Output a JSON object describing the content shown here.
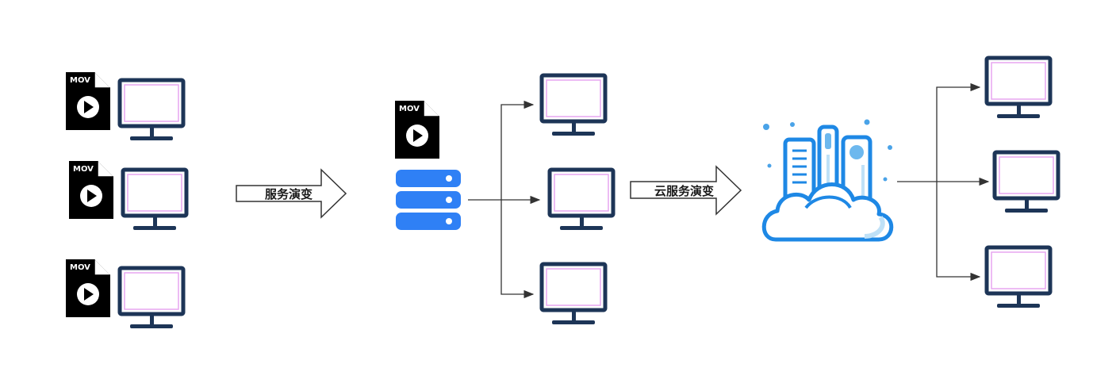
{
  "labels": {
    "arrow1": "服务演变",
    "arrow2": "云服务演变"
  },
  "file_icon_text": "MOV",
  "colors": {
    "monitor_frame": "#1d3557",
    "monitor_screen_line": "#e7a6f0",
    "server_blue": "#2f80f5",
    "cloud_blue": "#1e88e5",
    "cloud_light": "#bfe1f7",
    "connector": "#333333"
  },
  "icons": [
    "mov-file-icon",
    "monitor-icon",
    "server-icon",
    "cloud-city-icon"
  ]
}
